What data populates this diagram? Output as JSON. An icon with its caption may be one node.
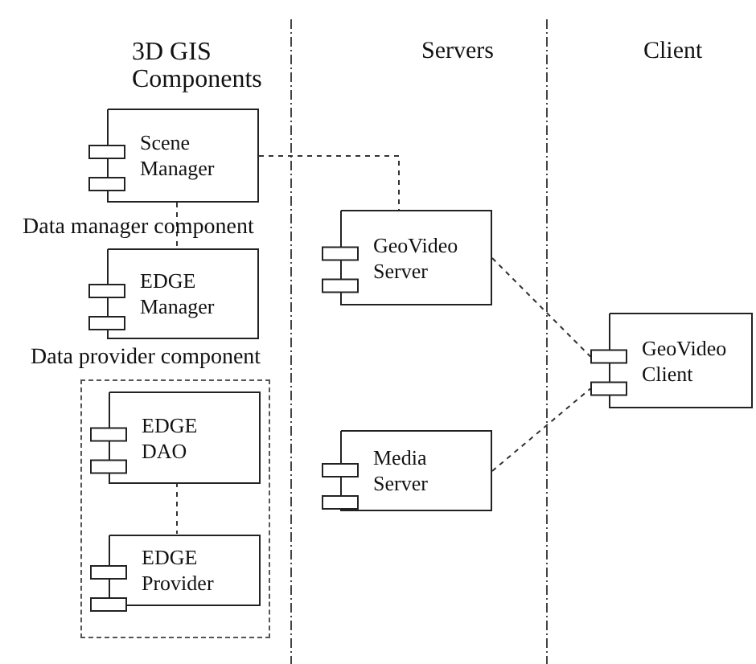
{
  "diagram": {
    "nodes": [
      {
        "text": [
          "Scene Manager"
        ]
      },
      {
        "text": [
          "EDGE Manager"
        ]
      },
      {
        "text": [
          "Data provider component"
        ]
      },
      {
        "text": [
          "EDGE DAO"
        ],
        "in": 2
      },
      {
        "text": [
          "EDGE Provider"
        ],
        "in": 2
      },
      {
        "text": [
          "GeoVideo Server"
        ]
      },
      {
        "text": [
          "Media Server"
        ]
      },
      {
        "text": [
          "GeoVideo Client"
        ]
      }
    ],
    "edges": [
      {
        "from": 0,
        "to": 1,
        "arrow": "none",
        "style": "dashed"
      },
      {
        "from": 3,
        "to": 4,
        "arrow": "none",
        "style": "dashed"
      },
      {
        "from": 0,
        "to": 5,
        "arrow": "none",
        "style": "dashed"
      },
      {
        "from": 5,
        "to": 7,
        "arrow": "none",
        "style": "dashed"
      },
      {
        "from": 6,
        "to": 7,
        "arrow": "none",
        "style": "dashed"
      }
    ],
    "labels": [
      "3D GIS Components",
      "Servers",
      "Client",
      "Data manager component"
    ]
  }
}
